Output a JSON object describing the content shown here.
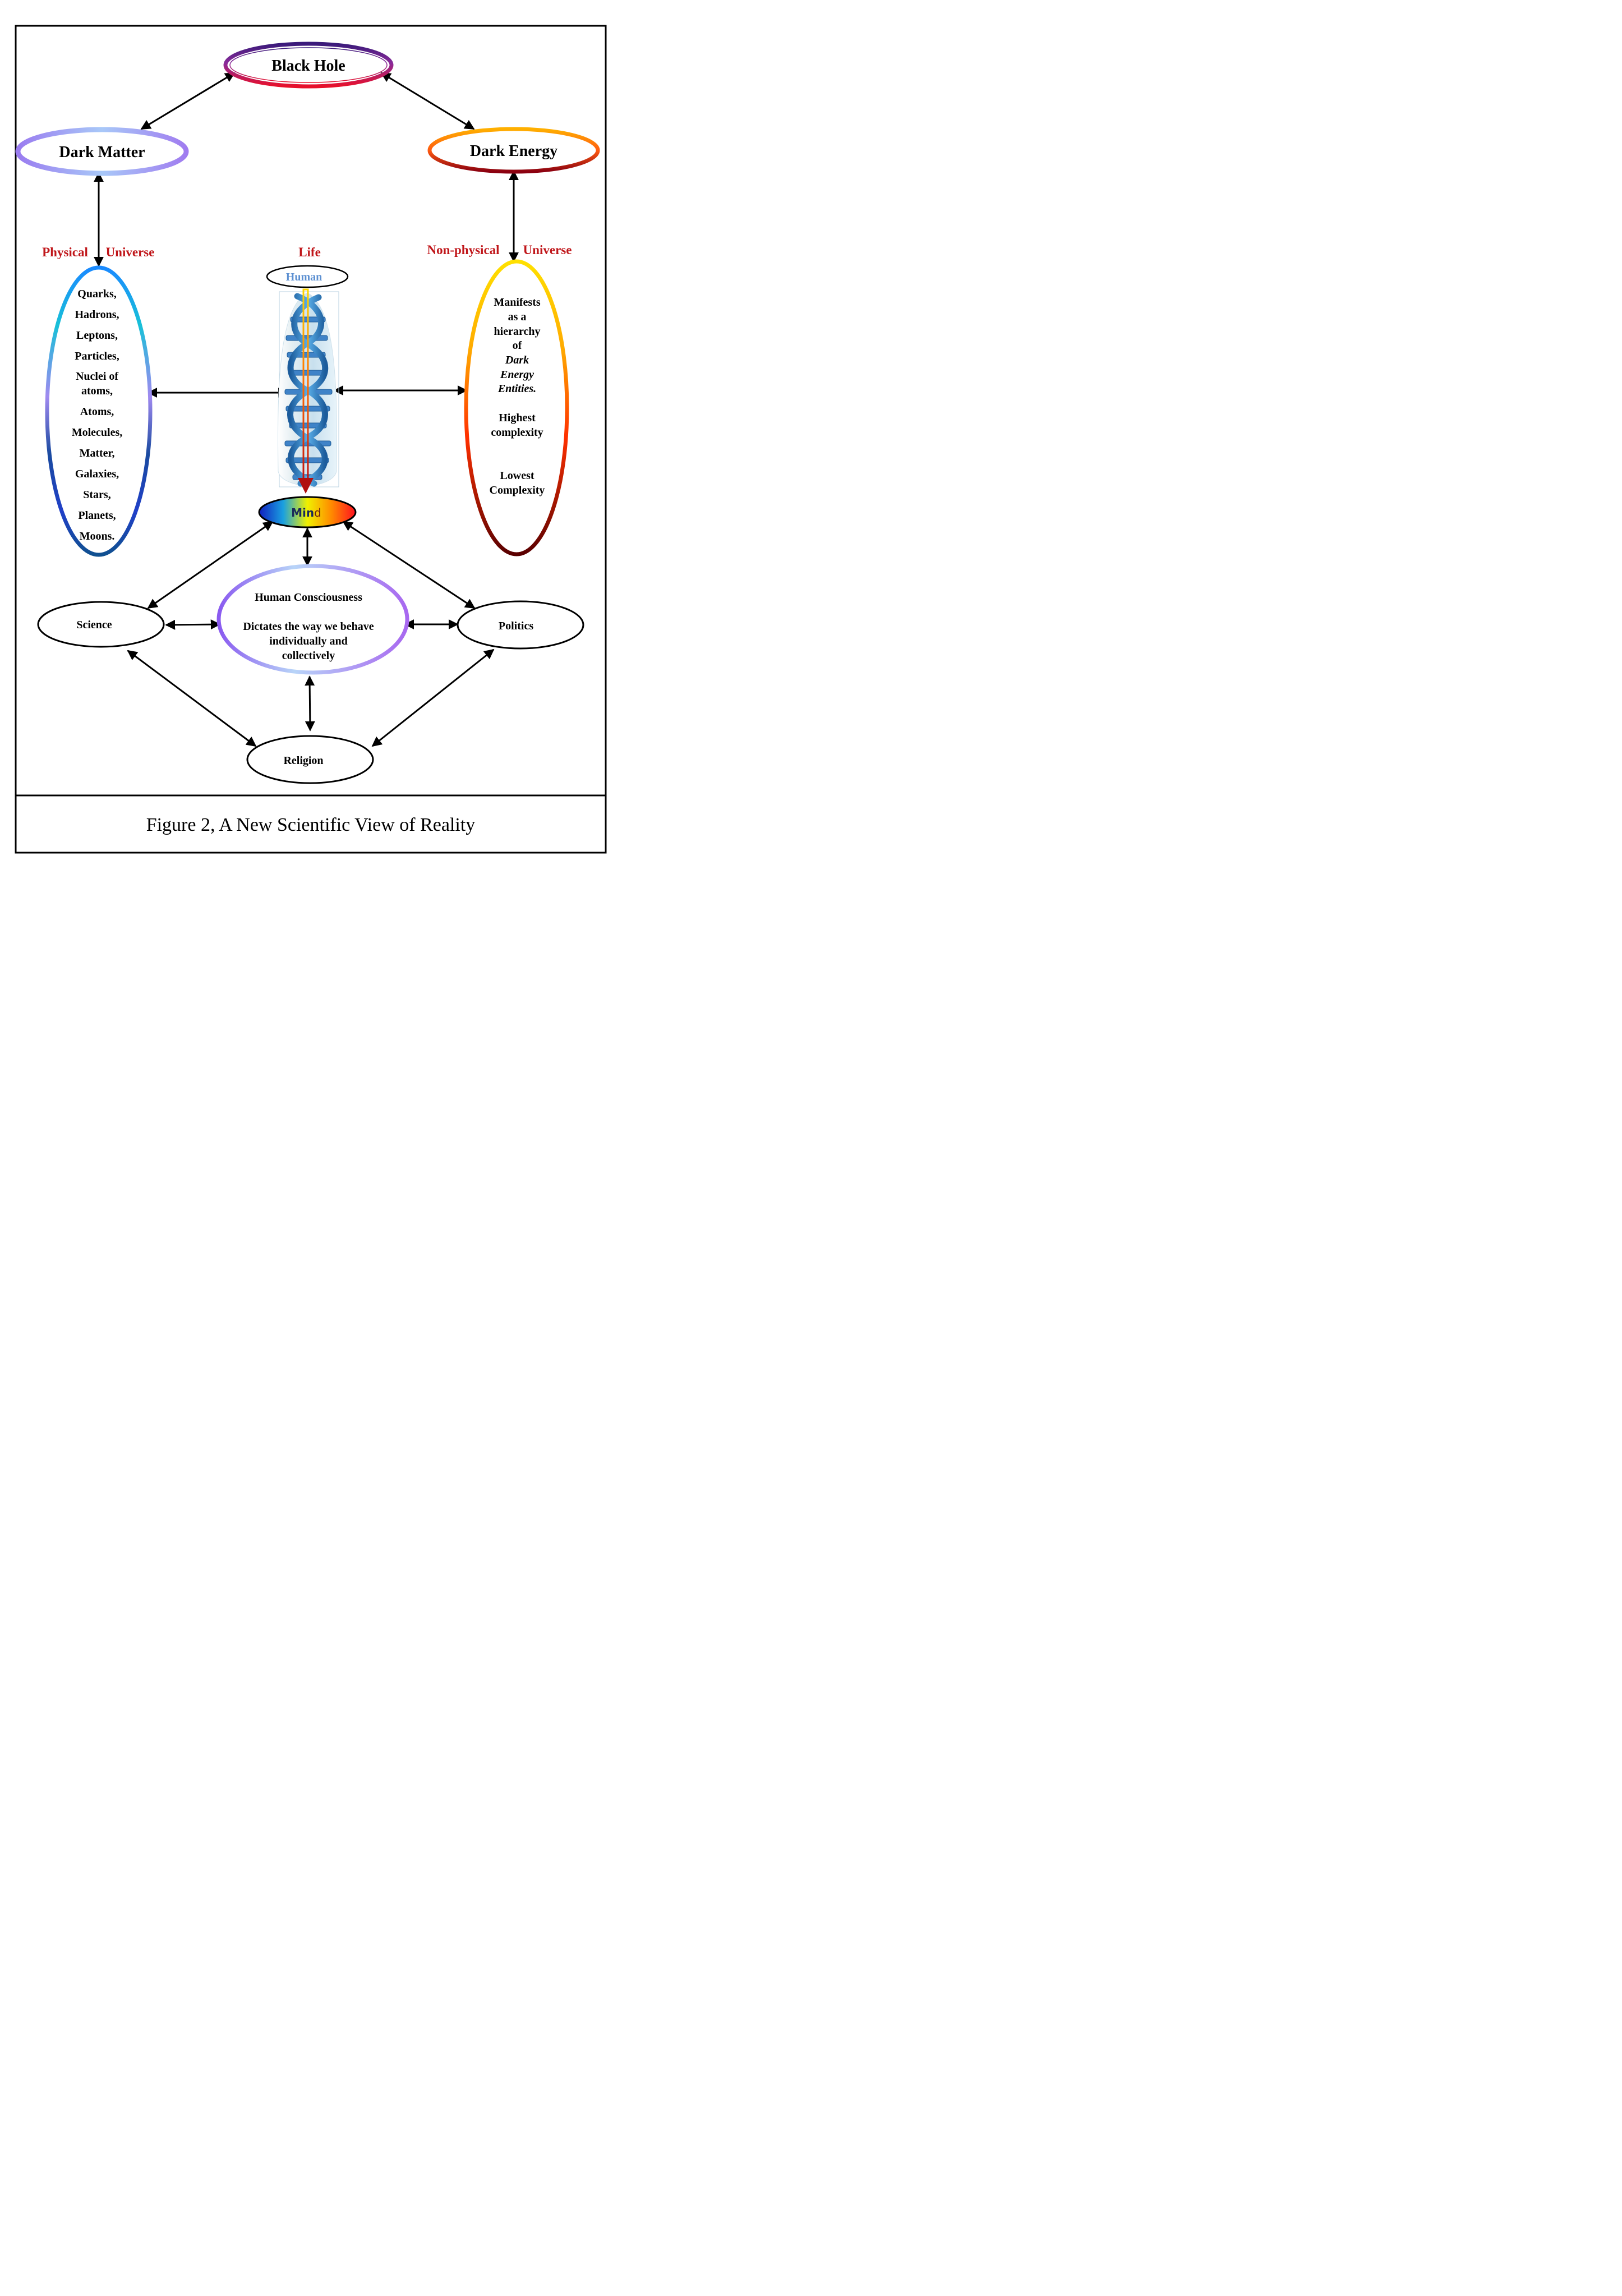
{
  "nodes": {
    "black_hole": "Black Hole",
    "dark_matter": "Dark Matter",
    "dark_energy": "Dark Energy",
    "human": "Human",
    "mind_part1": "Min",
    "mind_part2": "d",
    "science": "Science",
    "politics": "Politics",
    "religion": "Religion"
  },
  "labels": {
    "physical": "Physical",
    "physical_universe": "Universe",
    "life": "Life",
    "non_physical": "Non-physical",
    "non_physical_universe": "Universe"
  },
  "physical_list": [
    "Quarks,",
    "Hadrons,",
    "Leptons,",
    "Particles,",
    "Nuclei of",
    "atoms,",
    "Atoms,",
    "Molecules,",
    "Matter,",
    "Galaxies,",
    "Stars,",
    "Planets,",
    "Moons."
  ],
  "non_physical": {
    "lines": [
      "Manifests",
      "as a",
      "hierarchy",
      "of"
    ],
    "italic_lines": [
      "Dark",
      "Energy",
      "Entities."
    ],
    "highest": [
      "Highest",
      "complexity"
    ],
    "lowest": [
      "Lowest",
      "Complexity"
    ]
  },
  "consciousness": {
    "title": "Human Consciousness",
    "body": [
      "Dictates the way we behave",
      "individually and",
      "collectively"
    ]
  },
  "caption": "Figure 2, A New Scientific View of Reality",
  "colors": {
    "label_red": "#c0161a",
    "human_blue": "#5b8fd1"
  }
}
